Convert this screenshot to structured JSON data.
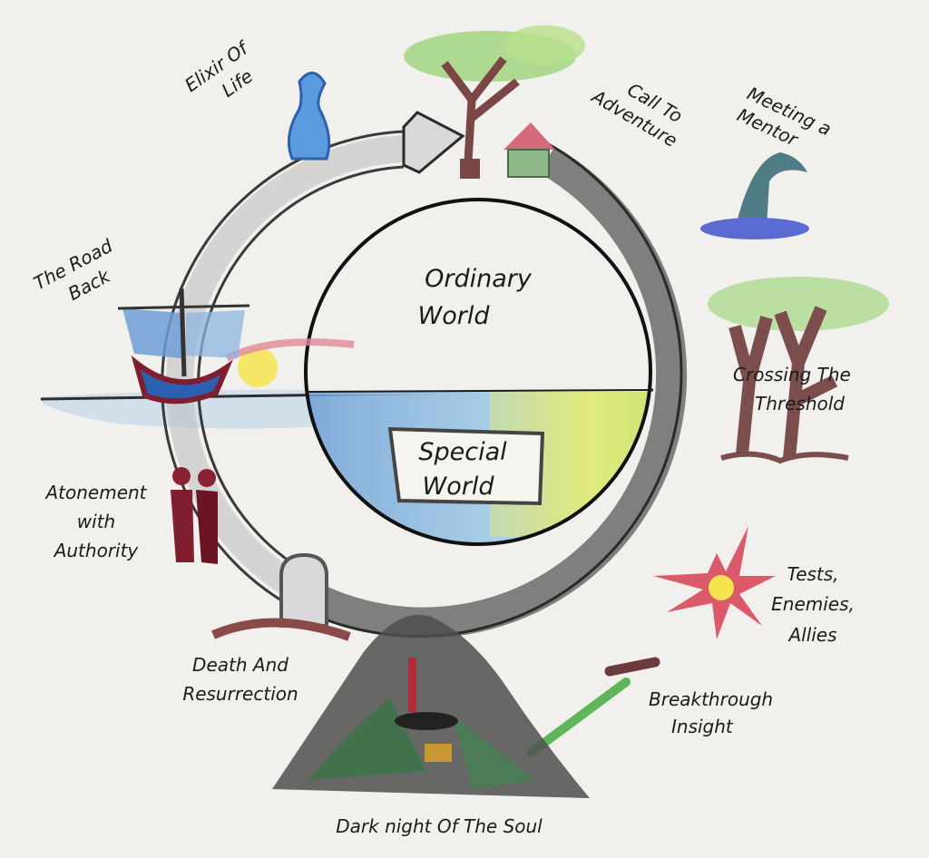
{
  "center": {
    "ordinary_line1": "Ordinary",
    "ordinary_line2": "World",
    "special_line1": "Special",
    "special_line2": "World"
  },
  "stages": {
    "call_to_adventure": {
      "line1": "Call To",
      "line2": "Adventure"
    },
    "meeting_mentor": {
      "line1": "Meeting a",
      "line2": "Mentor"
    },
    "crossing_threshold": {
      "line1": "Crossing The",
      "line2": "Threshold"
    },
    "tests_enemies_allies": {
      "line1": "Tests,",
      "line2": "Enemies,",
      "line3": "Allies"
    },
    "breakthrough_insight": {
      "line1": "Breakthrough",
      "line2": "Insight"
    },
    "dark_night": {
      "line1": "Dark night Of The Soul"
    },
    "death_resurrection": {
      "line1": "Death And",
      "line2": "Resurrection"
    },
    "atonement": {
      "line1": "Atonement",
      "line2": "with",
      "line3": "Authority"
    },
    "road_back": {
      "line1": "The Road",
      "line2": "Back"
    },
    "elixir": {
      "line1": "Elixir Of",
      "line2": "Life"
    }
  },
  "icons": [
    "tree-house-icon",
    "wizard-hat-icon",
    "dead-trees-icon",
    "explosion-icon",
    "sword-icon",
    "cave-mountain-icon",
    "gravestone-icon",
    "embracing-figures-icon",
    "sailboat-sunset-icon",
    "potion-bottle-icon"
  ],
  "colors": {
    "paper": "#f2f0ec",
    "pencil_black": "#2a2a2a",
    "water_blue": "#6d9fd6",
    "grass_green": "#8cc45a",
    "sun_yellow": "#f2e24a",
    "crimson": "#8e1f33"
  }
}
